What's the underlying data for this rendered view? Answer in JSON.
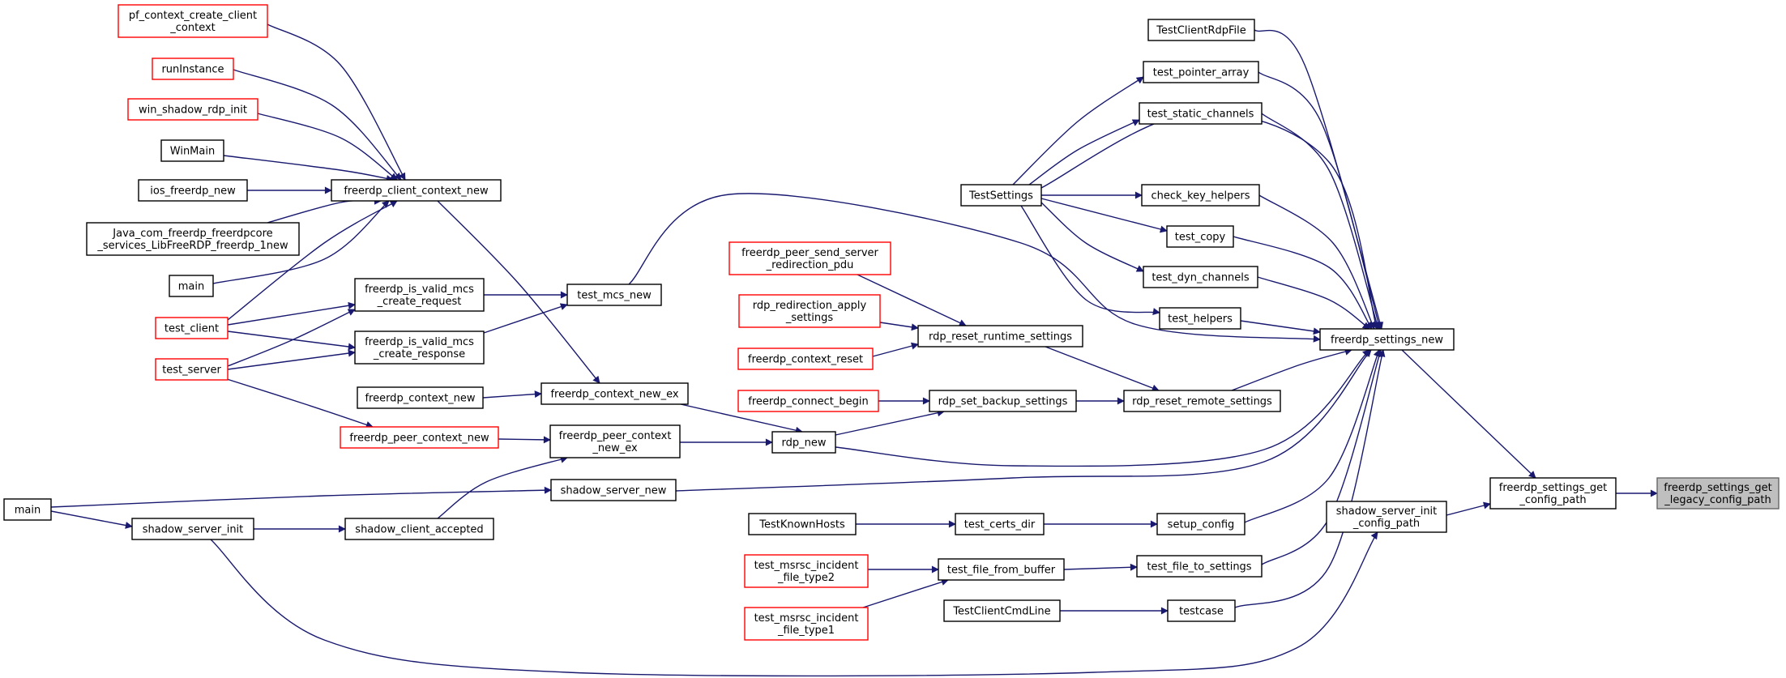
{
  "graph": {
    "colors": {
      "edge": "#191970",
      "documented_border": "#000000",
      "undocumented_border": "#ff0000",
      "focus_fill": "#bfbfbf",
      "node_fill": "#ffffff"
    },
    "focus_node": "freerdp_settings_get_legacy_config_path",
    "nodes": [
      {
        "id": "freerdp_settings_get_legacy_config_path",
        "lines": [
          "freerdp_settings_get",
          "_legacy_config_path"
        ],
        "style": "focus"
      },
      {
        "id": "freerdp_settings_get_config_path",
        "lines": [
          "freerdp_settings_get",
          "_config_path"
        ],
        "style": "normal"
      },
      {
        "id": "freerdp_settings_new",
        "lines": [
          "freerdp_settings_new"
        ],
        "style": "normal"
      },
      {
        "id": "shadow_server_init_config_path",
        "lines": [
          "shadow_server_init",
          "_config_path"
        ],
        "style": "normal"
      },
      {
        "id": "TestClientRdpFile",
        "lines": [
          "TestClientRdpFile"
        ],
        "style": "normal"
      },
      {
        "id": "test_pointer_array",
        "lines": [
          "test_pointer_array"
        ],
        "style": "normal"
      },
      {
        "id": "test_static_channels",
        "lines": [
          "test_static_channels"
        ],
        "style": "normal"
      },
      {
        "id": "TestSettings",
        "lines": [
          "TestSettings"
        ],
        "style": "normal"
      },
      {
        "id": "check_key_helpers",
        "lines": [
          "check_key_helpers"
        ],
        "style": "normal"
      },
      {
        "id": "test_copy",
        "lines": [
          "test_copy"
        ],
        "style": "normal"
      },
      {
        "id": "test_dyn_channels",
        "lines": [
          "test_dyn_channels"
        ],
        "style": "normal"
      },
      {
        "id": "test_helpers",
        "lines": [
          "test_helpers"
        ],
        "style": "normal"
      },
      {
        "id": "rdp_reset_remote_settings",
        "lines": [
          "rdp_reset_remote_settings"
        ],
        "style": "normal"
      },
      {
        "id": "rdp_reset_runtime_settings",
        "lines": [
          "rdp_reset_runtime_settings"
        ],
        "style": "normal"
      },
      {
        "id": "rdp_set_backup_settings",
        "lines": [
          "rdp_set_backup_settings"
        ],
        "style": "normal"
      },
      {
        "id": "freerdp_peer_send_server_redirection_pdu",
        "lines": [
          "freerdp_peer_send_server",
          "_redirection_pdu"
        ],
        "style": "undocumented"
      },
      {
        "id": "rdp_redirection_apply_settings",
        "lines": [
          "rdp_redirection_apply",
          "_settings"
        ],
        "style": "undocumented"
      },
      {
        "id": "freerdp_context_reset",
        "lines": [
          "freerdp_context_reset"
        ],
        "style": "undocumented"
      },
      {
        "id": "freerdp_connect_begin",
        "lines": [
          "freerdp_connect_begin"
        ],
        "style": "undocumented"
      },
      {
        "id": "rdp_new",
        "lines": [
          "rdp_new"
        ],
        "style": "normal"
      },
      {
        "id": "setup_config",
        "lines": [
          "setup_config"
        ],
        "style": "normal"
      },
      {
        "id": "test_certs_dir",
        "lines": [
          "test_certs_dir"
        ],
        "style": "normal"
      },
      {
        "id": "TestKnownHosts",
        "lines": [
          "TestKnownHosts"
        ],
        "style": "normal"
      },
      {
        "id": "test_file_to_settings",
        "lines": [
          "test_file_to_settings"
        ],
        "style": "normal"
      },
      {
        "id": "test_file_from_buffer",
        "lines": [
          "test_file_from_buffer"
        ],
        "style": "normal"
      },
      {
        "id": "test_msrsc_incident_file_type2",
        "lines": [
          "test_msrsc_incident",
          "_file_type2"
        ],
        "style": "undocumented"
      },
      {
        "id": "test_msrsc_incident_file_type1",
        "lines": [
          "test_msrsc_incident",
          "_file_type1"
        ],
        "style": "undocumented"
      },
      {
        "id": "testcase",
        "lines": [
          "testcase"
        ],
        "style": "normal"
      },
      {
        "id": "TestClientCmdLine",
        "lines": [
          "TestClientCmdLine"
        ],
        "style": "normal"
      },
      {
        "id": "test_mcs_new",
        "lines": [
          "test_mcs_new"
        ],
        "style": "normal"
      },
      {
        "id": "freerdp_context_new_ex",
        "lines": [
          "freerdp_context_new_ex"
        ],
        "style": "normal"
      },
      {
        "id": "freerdp_context_new",
        "lines": [
          "freerdp_context_new"
        ],
        "style": "normal"
      },
      {
        "id": "freerdp_peer_context_new_ex",
        "lines": [
          "freerdp_peer_context",
          "_new_ex"
        ],
        "style": "normal"
      },
      {
        "id": "freerdp_peer_context_new",
        "lines": [
          "freerdp_peer_context_new"
        ],
        "style": "undocumented"
      },
      {
        "id": "shadow_server_new",
        "lines": [
          "shadow_server_new"
        ],
        "style": "normal"
      },
      {
        "id": "shadow_client_accepted",
        "lines": [
          "shadow_client_accepted"
        ],
        "style": "normal"
      },
      {
        "id": "shadow_server_init",
        "lines": [
          "shadow_server_init"
        ],
        "style": "normal"
      },
      {
        "id": "main_shadow",
        "lines": [
          "main"
        ],
        "style": "normal"
      },
      {
        "id": "freerdp_is_valid_mcs_create_request",
        "lines": [
          "freerdp_is_valid_mcs",
          "_create_request"
        ],
        "style": "normal"
      },
      {
        "id": "freerdp_is_valid_mcs_create_response",
        "lines": [
          "freerdp_is_valid_mcs",
          "_create_response"
        ],
        "style": "normal"
      },
      {
        "id": "test_client",
        "lines": [
          "test_client"
        ],
        "style": "undocumented"
      },
      {
        "id": "test_server",
        "lines": [
          "test_server"
        ],
        "style": "undocumented"
      },
      {
        "id": "freerdp_client_context_new",
        "lines": [
          "freerdp_client_context_new"
        ],
        "style": "normal"
      },
      {
        "id": "pf_context_create_client_context",
        "lines": [
          "pf_context_create_client",
          "_context"
        ],
        "style": "undocumented"
      },
      {
        "id": "runInstance",
        "lines": [
          "runInstance"
        ],
        "style": "undocumented"
      },
      {
        "id": "win_shadow_rdp_init",
        "lines": [
          "win_shadow_rdp_init"
        ],
        "style": "undocumented"
      },
      {
        "id": "WinMain",
        "lines": [
          "WinMain"
        ],
        "style": "normal"
      },
      {
        "id": "ios_freerdp_new",
        "lines": [
          "ios_freerdp_new"
        ],
        "style": "normal"
      },
      {
        "id": "Java_LibFreeRDP_freerdp_1new",
        "lines": [
          "Java_com_freerdp_freerdpcore",
          "_services_LibFreeRDP_freerdp_1new"
        ],
        "style": "normal"
      },
      {
        "id": "main_client",
        "lines": [
          "main"
        ],
        "style": "normal"
      }
    ],
    "edges": [
      {
        "from": "freerdp_settings_get_config_path",
        "to": "freerdp_settings_get_legacy_config_path"
      },
      {
        "from": "freerdp_settings_new",
        "to": "freerdp_settings_get_config_path"
      },
      {
        "from": "shadow_server_init_config_path",
        "to": "freerdp_settings_get_config_path"
      },
      {
        "from": "TestClientRdpFile",
        "to": "freerdp_settings_new"
      },
      {
        "from": "test_pointer_array",
        "to": "freerdp_settings_new"
      },
      {
        "from": "test_static_channels",
        "to": "freerdp_settings_new"
      },
      {
        "from": "TestSettings",
        "to": "freerdp_settings_new"
      },
      {
        "from": "check_key_helpers",
        "to": "freerdp_settings_new"
      },
      {
        "from": "test_copy",
        "to": "freerdp_settings_new"
      },
      {
        "from": "test_dyn_channels",
        "to": "freerdp_settings_new"
      },
      {
        "from": "test_helpers",
        "to": "freerdp_settings_new"
      },
      {
        "from": "rdp_reset_remote_settings",
        "to": "freerdp_settings_new"
      },
      {
        "from": "rdp_new",
        "to": "freerdp_settings_new"
      },
      {
        "from": "setup_config",
        "to": "freerdp_settings_new"
      },
      {
        "from": "test_file_to_settings",
        "to": "freerdp_settings_new"
      },
      {
        "from": "testcase",
        "to": "freerdp_settings_new"
      },
      {
        "from": "test_mcs_new",
        "to": "freerdp_settings_new"
      },
      {
        "from": "shadow_server_new",
        "to": "freerdp_settings_new"
      },
      {
        "from": "TestSettings",
        "to": "test_pointer_array"
      },
      {
        "from": "TestSettings",
        "to": "test_static_channels"
      },
      {
        "from": "TestSettings",
        "to": "check_key_helpers"
      },
      {
        "from": "TestSettings",
        "to": "test_copy"
      },
      {
        "from": "TestSettings",
        "to": "test_dyn_channels"
      },
      {
        "from": "TestSettings",
        "to": "test_helpers"
      },
      {
        "from": "rdp_reset_runtime_settings",
        "to": "rdp_reset_remote_settings"
      },
      {
        "from": "rdp_set_backup_settings",
        "to": "rdp_reset_remote_settings"
      },
      {
        "from": "freerdp_peer_send_server_redirection_pdu",
        "to": "rdp_reset_runtime_settings"
      },
      {
        "from": "rdp_redirection_apply_settings",
        "to": "rdp_reset_runtime_settings"
      },
      {
        "from": "freerdp_context_reset",
        "to": "rdp_reset_runtime_settings"
      },
      {
        "from": "freerdp_connect_begin",
        "to": "rdp_set_backup_settings"
      },
      {
        "from": "rdp_new",
        "to": "rdp_set_backup_settings"
      },
      {
        "from": "test_certs_dir",
        "to": "setup_config"
      },
      {
        "from": "TestKnownHosts",
        "to": "test_certs_dir"
      },
      {
        "from": "test_file_from_buffer",
        "to": "test_file_to_settings"
      },
      {
        "from": "test_msrsc_incident_file_type2",
        "to": "test_file_from_buffer"
      },
      {
        "from": "test_msrsc_incident_file_type1",
        "to": "test_file_from_buffer"
      },
      {
        "from": "TestClientCmdLine",
        "to": "testcase"
      },
      {
        "from": "freerdp_context_new_ex",
        "to": "rdp_new"
      },
      {
        "from": "freerdp_peer_context_new_ex",
        "to": "rdp_new"
      },
      {
        "from": "freerdp_context_new",
        "to": "freerdp_context_new_ex"
      },
      {
        "from": "freerdp_client_context_new",
        "to": "freerdp_context_new_ex"
      },
      {
        "from": "freerdp_peer_context_new",
        "to": "freerdp_peer_context_new_ex"
      },
      {
        "from": "shadow_client_accepted",
        "to": "freerdp_peer_context_new_ex"
      },
      {
        "from": "test_server",
        "to": "freerdp_peer_context_new"
      },
      {
        "from": "main_shadow",
        "to": "shadow_server_new"
      },
      {
        "from": "main_shadow",
        "to": "shadow_server_init"
      },
      {
        "from": "shadow_server_init",
        "to": "shadow_client_accepted"
      },
      {
        "from": "shadow_server_init",
        "to": "shadow_server_init_config_path"
      },
      {
        "from": "freerdp_is_valid_mcs_create_request",
        "to": "test_mcs_new"
      },
      {
        "from": "freerdp_is_valid_mcs_create_response",
        "to": "test_mcs_new"
      },
      {
        "from": "test_client",
        "to": "freerdp_is_valid_mcs_create_request"
      },
      {
        "from": "test_client",
        "to": "freerdp_is_valid_mcs_create_response"
      },
      {
        "from": "test_server",
        "to": "freerdp_is_valid_mcs_create_request"
      },
      {
        "from": "test_server",
        "to": "freerdp_is_valid_mcs_create_response"
      },
      {
        "from": "pf_context_create_client_context",
        "to": "freerdp_client_context_new"
      },
      {
        "from": "runInstance",
        "to": "freerdp_client_context_new"
      },
      {
        "from": "win_shadow_rdp_init",
        "to": "freerdp_client_context_new"
      },
      {
        "from": "WinMain",
        "to": "freerdp_client_context_new"
      },
      {
        "from": "ios_freerdp_new",
        "to": "freerdp_client_context_new"
      },
      {
        "from": "Java_LibFreeRDP_freerdp_1new",
        "to": "freerdp_client_context_new"
      },
      {
        "from": "main_client",
        "to": "freerdp_client_context_new"
      },
      {
        "from": "test_client",
        "to": "freerdp_client_context_new"
      }
    ]
  }
}
